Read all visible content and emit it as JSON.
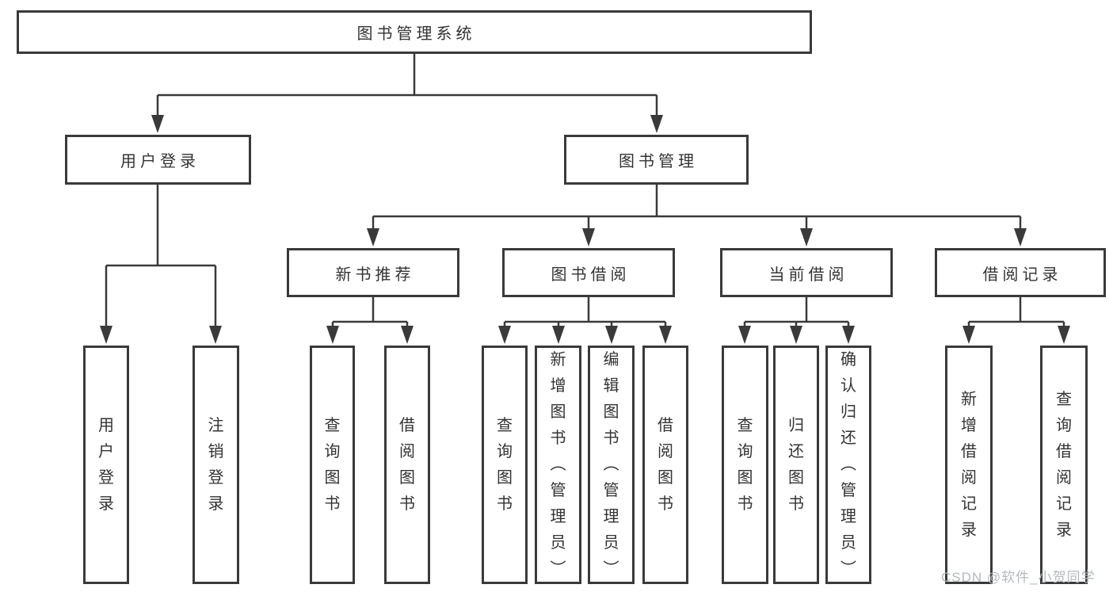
{
  "nodes": {
    "root": {
      "label": "图书管理系统"
    },
    "user_login": {
      "label": "用户登录"
    },
    "book_mgmt": {
      "label": "图书管理"
    },
    "new_book_rec": {
      "label": "新书推荐"
    },
    "book_borrow": {
      "label": "图书借阅"
    },
    "current_borrow": {
      "label": "当前借阅"
    },
    "borrow_records": {
      "label": "借阅记录"
    },
    "leaf_user_login": {
      "label": "用户登录"
    },
    "leaf_logout": {
      "label": "注销登录"
    },
    "leaf_nbr_query": {
      "label": "查询图书"
    },
    "leaf_nbr_borrow": {
      "label": "借阅图书"
    },
    "leaf_bb_query": {
      "label": "查询图书"
    },
    "leaf_bb_add": {
      "label": "新增图书（管理员）"
    },
    "leaf_bb_edit": {
      "label": "编辑图书（管理员）"
    },
    "leaf_bb_borrow": {
      "label": "借阅图书"
    },
    "leaf_cb_query": {
      "label": "查询图书"
    },
    "leaf_cb_return": {
      "label": "归还图书"
    },
    "leaf_cb_confirm": {
      "label": "确认归还（管理员）"
    },
    "leaf_br_add": {
      "label": "新增借阅记录"
    },
    "leaf_br_query": {
      "label": "查询借阅记录"
    }
  },
  "hierarchy": {
    "label": "图书管理系统",
    "children": [
      {
        "label": "用户登录",
        "children": [
          {
            "label": "用户登录"
          },
          {
            "label": "注销登录"
          }
        ]
      },
      {
        "label": "图书管理",
        "children": [
          {
            "label": "新书推荐",
            "children": [
              {
                "label": "查询图书"
              },
              {
                "label": "借阅图书"
              }
            ]
          },
          {
            "label": "图书借阅",
            "children": [
              {
                "label": "查询图书"
              },
              {
                "label": "新增图书（管理员）"
              },
              {
                "label": "编辑图书（管理员）"
              },
              {
                "label": "借阅图书"
              }
            ]
          },
          {
            "label": "当前借阅",
            "children": [
              {
                "label": "查询图书"
              },
              {
                "label": "归还图书"
              },
              {
                "label": "确认归还（管理员）"
              }
            ]
          },
          {
            "label": "借阅记录",
            "children": [
              {
                "label": "新增借阅记录"
              },
              {
                "label": "查询借阅记录"
              }
            ]
          }
        ]
      }
    ]
  },
  "watermark": {
    "text": "CSDN @软件_小贺同学",
    "color": "#b4b9be"
  },
  "colors": {
    "line": "#3a3a3a",
    "text": "#333333",
    "background": "#ffffff"
  }
}
